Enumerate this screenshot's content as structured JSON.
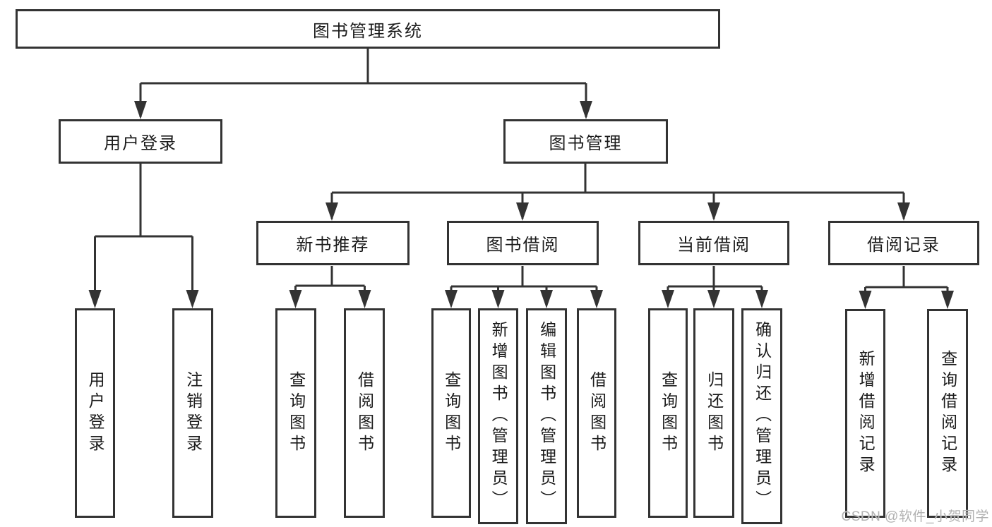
{
  "colors": {
    "line": "#333333",
    "box_border": "#333333",
    "text": "#1b1b1b",
    "background": "#ffffff",
    "watermark": "#b1b1b1"
  },
  "watermark": {
    "text": "CSDN @软件_小贺同学"
  },
  "tree": {
    "root": {
      "label": "图书管理系统"
    },
    "children": [
      {
        "label": "用户登录",
        "children": [
          {
            "label": "用户登录"
          },
          {
            "label": "注销登录"
          }
        ]
      },
      {
        "label": "图书管理",
        "children": [
          {
            "label": "新书推荐",
            "children": [
              {
                "label": "查询图书"
              },
              {
                "label": "借阅图书"
              }
            ]
          },
          {
            "label": "图书借阅",
            "children": [
              {
                "label": "查询图书"
              },
              {
                "label": "新增图书（管理员）"
              },
              {
                "label": "编辑图书（管理员）"
              },
              {
                "label": "借阅图书"
              }
            ]
          },
          {
            "label": "当前借阅",
            "children": [
              {
                "label": "查询图书"
              },
              {
                "label": "归还图书"
              },
              {
                "label": "确认归还（管理员）"
              }
            ]
          },
          {
            "label": "借阅记录",
            "children": [
              {
                "label": "新增借阅记录"
              },
              {
                "label": "查询借阅记录"
              }
            ]
          }
        ]
      }
    ]
  }
}
